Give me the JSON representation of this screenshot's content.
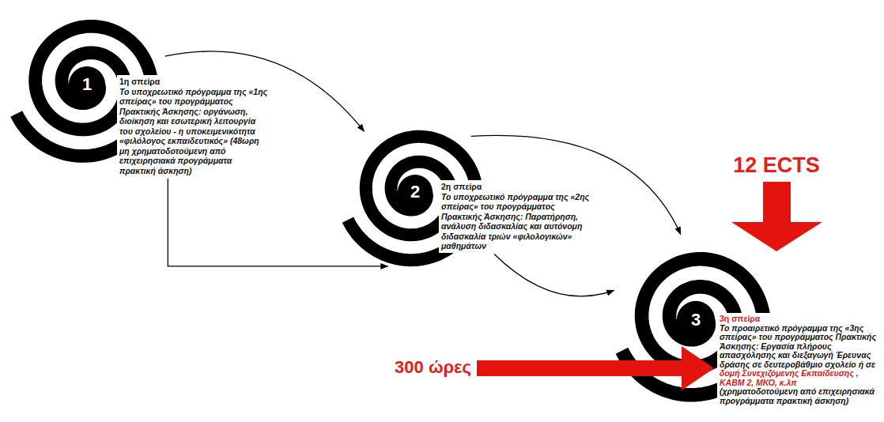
{
  "diagram": {
    "nodes": [
      {
        "text": [
          "1"
        ]
      },
      {
        "text": [
          "1η σπείρα",
          "Το υποχρεωτικό πρόγραμμα της «1ης σπείρας» του προγράμματος Πρακτικής Άσκησης: οργάνωση, διοίκηση και εσωτερική λειτουργία του σχολείου - η υποκειμενικότητα «φιλόλογος εκπαιδευτικός» (48ωρη μη χρηματοδοτούμενη από επιχειρησιακά προγράμματα πρακτική άσκηση)"
        ]
      },
      {
        "text": [
          "2"
        ]
      },
      {
        "text": [
          "2η σπείρα",
          "Το υποχρεωτικό πρόγραμμα της «2ης σπείρας» του προγράμματος Πρακτικής Άσκησης: Παρατήρηση, ανάλυση διδασκαλίας και αυτόνομη διδασκαλία τριών «φιλολογικών» μαθημάτων"
        ]
      },
      {
        "text": [
          "3"
        ]
      },
      {
        "text": [
          "3η σπείρα",
          "Το προαιρετικό πρόγραμμα της «3ης σπείρας» του προγράμματος Πρακτικής Άσκησης: Εργασία πλήρους απασχόλησης και διεξαγωγή Έρευνας δράσης σε δευτεροβάθμιο σχολείο ή σε",
          "δομή Συνεχιζόμενης Εκπαίδευσης , ΚΑΒΜ 2, ΜΚΟ, κ.λπ",
          "(χρηματοδοτούμενη από επιχειρησιακά προγράμματα πρακτική άσκηση)"
        ]
      }
    ],
    "edges": [
      {
        "from": 0,
        "to": 2,
        "arrow": "to"
      },
      {
        "from": 1,
        "to": 2,
        "arrow": "to"
      },
      {
        "from": 2,
        "to": 4,
        "arrow": "to"
      },
      {
        "from": 3,
        "to": 4,
        "arrow": "to"
      }
    ],
    "labels": [
      "12 ECTS",
      "300 ώρες"
    ]
  }
}
